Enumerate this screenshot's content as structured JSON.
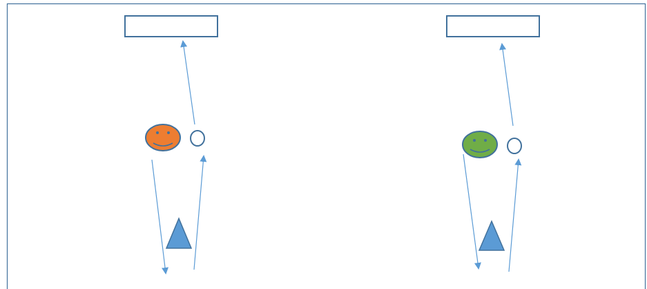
{
  "colors": {
    "frame": "#41719c",
    "arrow": "#5b9bd5",
    "triangle_fill": "#5b9bd5",
    "triangle_stroke": "#41719c",
    "box_stroke": "#41719c",
    "small_circle_stroke": "#41719c",
    "left_face_fill": "#ed7d31",
    "right_face_fill": "#70ad47",
    "face_stroke": "#41719c"
  },
  "scenes": [
    {
      "name": "left-scene",
      "face_color_name": "orange",
      "icons": [
        "target-box",
        "smiley-face-icon",
        "small-circle",
        "triangle-icon"
      ]
    },
    {
      "name": "right-scene",
      "face_color_name": "green",
      "icons": [
        "target-box",
        "smiley-face-icon",
        "small-circle",
        "triangle-icon"
      ]
    }
  ]
}
